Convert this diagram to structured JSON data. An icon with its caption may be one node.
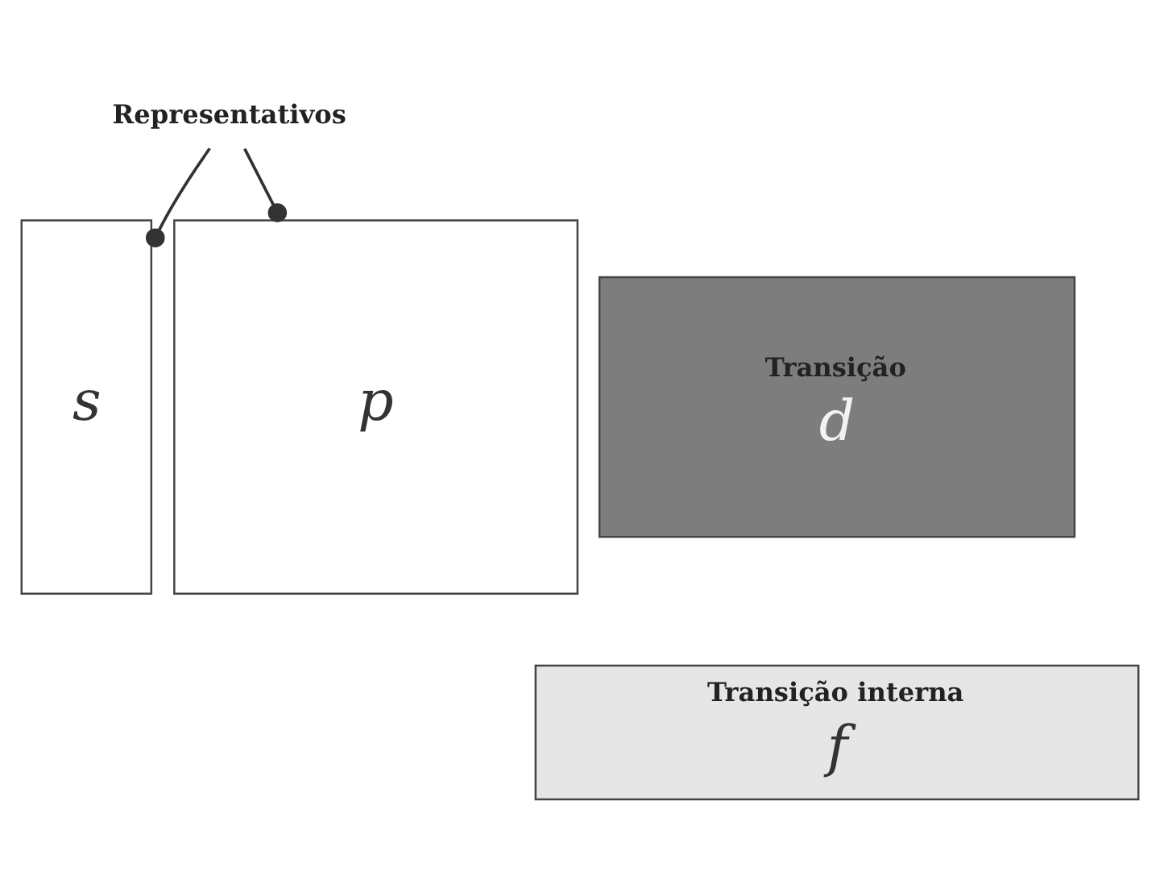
{
  "diagram": {
    "nodes": [
      {
        "text": [
          "Representativos"
        ]
      },
      {
        "text": [
          "s"
        ]
      },
      {
        "text": [
          "Transição",
          "d"
        ]
      },
      {
        "text": [
          "p"
        ]
      },
      {
        "text": [
          "Transição interna",
          "f"
        ]
      }
    ],
    "edges": [
      {
        "from": 0,
        "to": 1,
        "arrow": "other"
      },
      {
        "from": 0,
        "to": 3,
        "arrow": "other"
      }
    ]
  }
}
